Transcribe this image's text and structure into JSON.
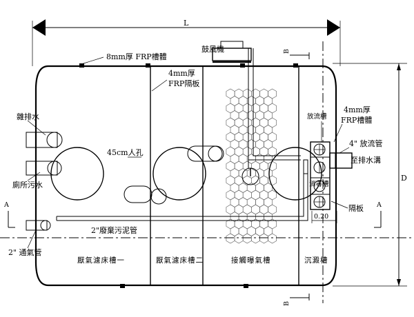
{
  "labels": {
    "dim_length": "L",
    "dim_depth": "D",
    "blower": "鼓風機",
    "tank_shell": "8mm厚 FRP槽體",
    "partition_line1": "4mm厚",
    "partition_line2": "FRP隔板",
    "misc_drain": "雜排水",
    "toilet_waste": "廁所污水",
    "manhole": "45cm人孔",
    "sludge_pipe": "2\"廢棄污泥管",
    "vent_pipe": "2\" 通氣管",
    "discharge_tank": "放流槽",
    "right_shell_line1": "4mm厚",
    "right_shell_line2": "FRP槽體",
    "discharge_pipe": "4\" 放流管",
    "to_drain": "至排水溝",
    "disinfect_tank": "消毒槽",
    "baffle": "隔板",
    "dim_020": "0.20",
    "section_a_left": "A",
    "section_a_right": "A",
    "section_b_top": "B",
    "section_b_bottom": "B"
  },
  "chambers": [
    {
      "name": "chamber-anaerobic-1",
      "label": "厭氣濾床槽一"
    },
    {
      "name": "chamber-anaerobic-2",
      "label": "厭氣濾床槽二"
    },
    {
      "name": "chamber-aeration",
      "label": "接觸曝氣槽"
    },
    {
      "name": "chamber-settling",
      "label": "沉澱槽"
    }
  ],
  "colors": {
    "line": "#000000",
    "hex_fill": "#555555",
    "background": "#ffffff"
  }
}
